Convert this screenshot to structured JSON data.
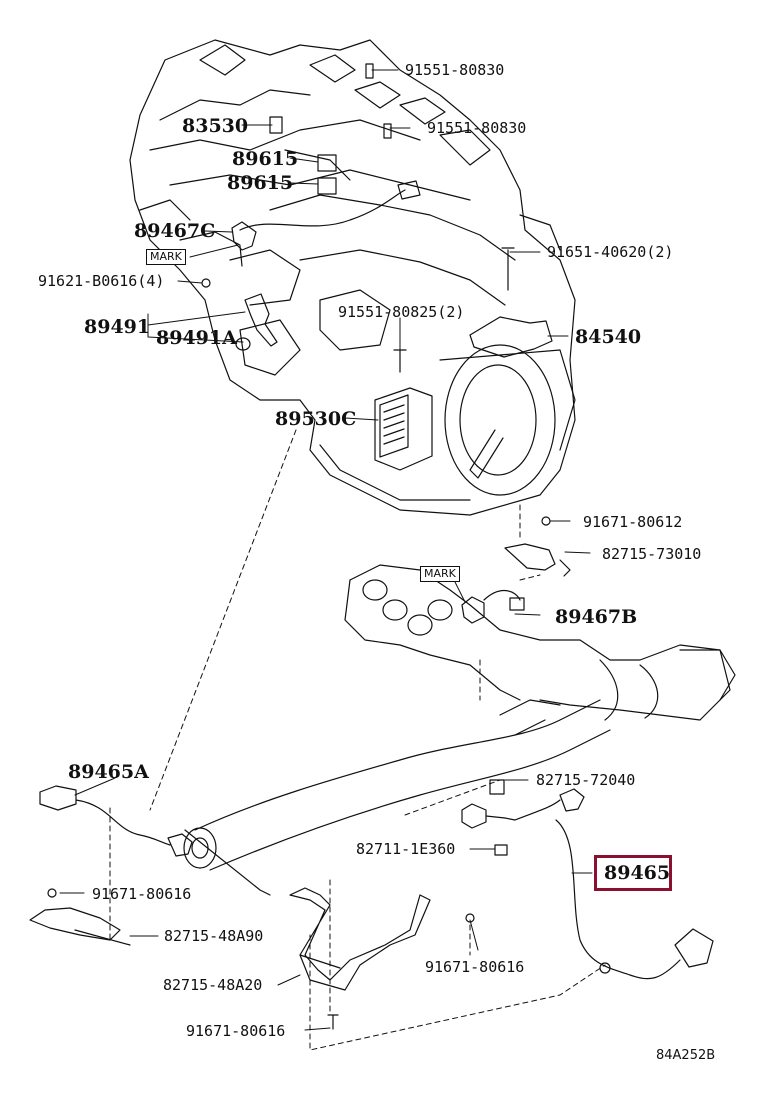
{
  "labels": {
    "p91551_80830_a": "91551-80830",
    "p91551_80830_b": "91551-80830",
    "p83530": "83530",
    "p89615_a": "89615",
    "p89615_b": "89615",
    "p89467C": "89467C",
    "p91651": "91651-40620(2)",
    "p91621": "91621-B0616(4)",
    "p89491": "89491",
    "p89491A": "89491A",
    "p91551_80825": "91551-80825(2)",
    "p84540": "84540",
    "p89530C": "89530C",
    "p91671_80612": "91671-80612",
    "p82715_73010": "82715-73010",
    "p89467B": "89467B",
    "p89465A": "89465A",
    "p82715_72040": "82715-72040",
    "p82711": "82711-1E360",
    "p89465": "89465",
    "p91671_80616_a": "91671-80616",
    "p82715_48A90": "82715-48A90",
    "p91671_80616_b": "91671-80616",
    "p82715_48A20": "82715-48A20",
    "p91671_80616_c": "91671-80616"
  },
  "marks": {
    "mark_a": "MARK",
    "mark_b": "MARK"
  },
  "figure_ref": "84A252B",
  "colors": {
    "highlight": "#8b1030",
    "line": "#111111"
  }
}
